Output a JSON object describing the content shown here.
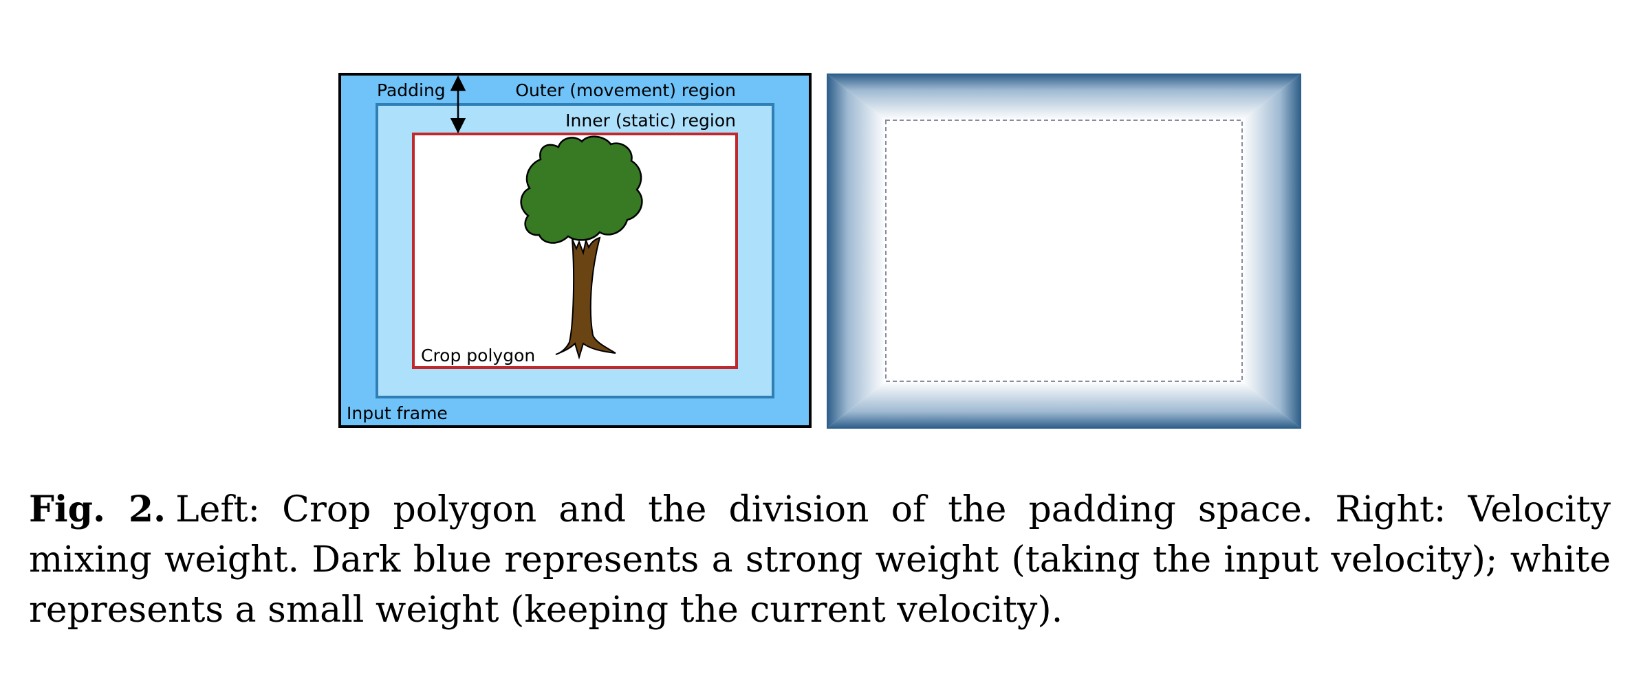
{
  "left_panel": {
    "labels": {
      "padding": "Padding",
      "outer_region": "Outer (movement) region",
      "inner_region": "Inner (static) region",
      "crop_polygon": "Crop polygon",
      "input_frame": "Input frame"
    },
    "colors": {
      "outer_region": "#6fc3f9",
      "inner_region": "#ade0fb",
      "inner_border": "#2f7fb5",
      "crop_border": "#c0282b",
      "frame_border": "#000000",
      "tree_foliage": "#377a23",
      "tree_trunk": "#6b4414"
    }
  },
  "right_panel": {
    "colors": {
      "strong_weight": "#2f5f8a",
      "weak_weight": "#ffffff",
      "dashed_crop_outline": "#8a8aa0"
    }
  },
  "caption": {
    "label": "Fig. 2.",
    "text": "Left: Crop polygon and the division of the padding space. Right: Velocity mixing weight. Dark blue represents a strong weight (taking the input velocity); white represents a small weight (keeping the current velocity)."
  }
}
